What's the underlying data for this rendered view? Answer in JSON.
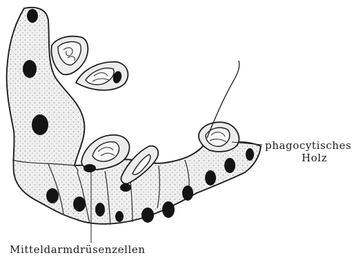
{
  "labels": {
    "phagocytic_line1": "phagocytisches",
    "phagocytic_line2": "Holz",
    "cells": "Mitteldarmdrüsenzellen"
  }
}
